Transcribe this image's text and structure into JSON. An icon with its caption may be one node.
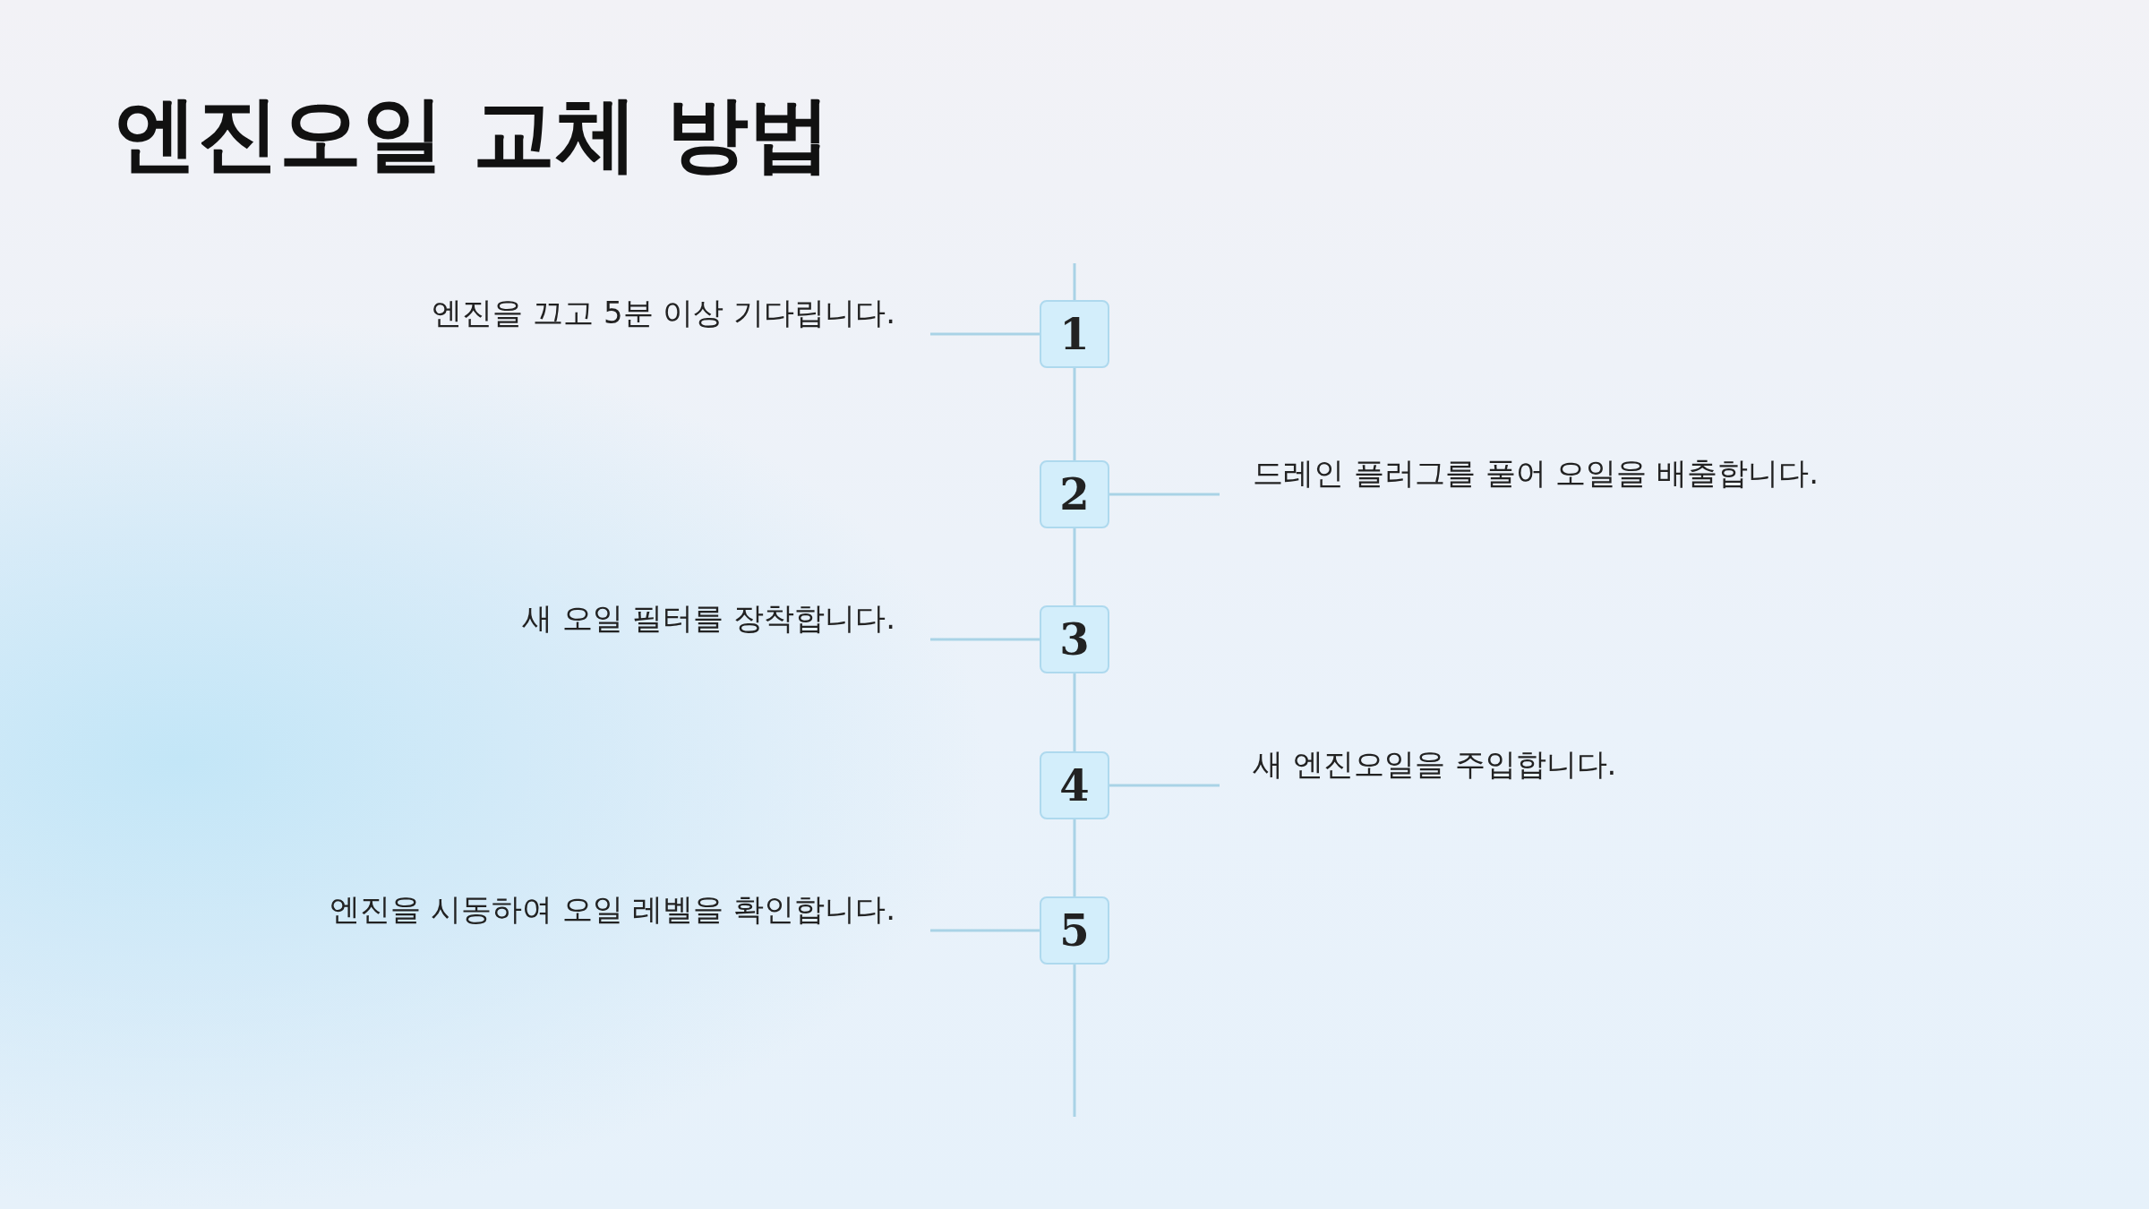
{
  "diagram": {
    "title": "엔진오일 교체 방법",
    "nodes": [
      {
        "text": [
          "1"
        ]
      },
      {
        "text": [
          "2"
        ]
      },
      {
        "text": [
          "3"
        ]
      },
      {
        "text": [
          "4"
        ]
      },
      {
        "text": [
          "5"
        ]
      },
      {
        "text": [
          "엔진을 끄고 5분 이상 기다립니다."
        ]
      },
      {
        "text": [
          "드레인 플러그를 풀어 오일을 배출합니다."
        ]
      },
      {
        "text": [
          "새 오일 필터를 장착합니다."
        ]
      },
      {
        "text": [
          "새 엔진오일을 주입합니다."
        ]
      },
      {
        "text": [
          "엔진을 시동하여 오일 레벨을 확인합니다."
        ]
      }
    ],
    "edges": [
      {
        "from": 0,
        "to": 1,
        "arrow": "none"
      },
      {
        "from": 1,
        "to": 2,
        "arrow": "none"
      },
      {
        "from": 2,
        "to": 3,
        "arrow": "none"
      },
      {
        "from": 3,
        "to": 4,
        "arrow": "none"
      },
      {
        "from": 0,
        "to": 5,
        "arrow": "none"
      },
      {
        "from": 1,
        "to": 6,
        "arrow": "none"
      },
      {
        "from": 2,
        "to": 7,
        "arrow": "none"
      },
      {
        "from": 3,
        "to": 8,
        "arrow": "none"
      },
      {
        "from": 4,
        "to": 9,
        "arrow": "none"
      }
    ]
  }
}
